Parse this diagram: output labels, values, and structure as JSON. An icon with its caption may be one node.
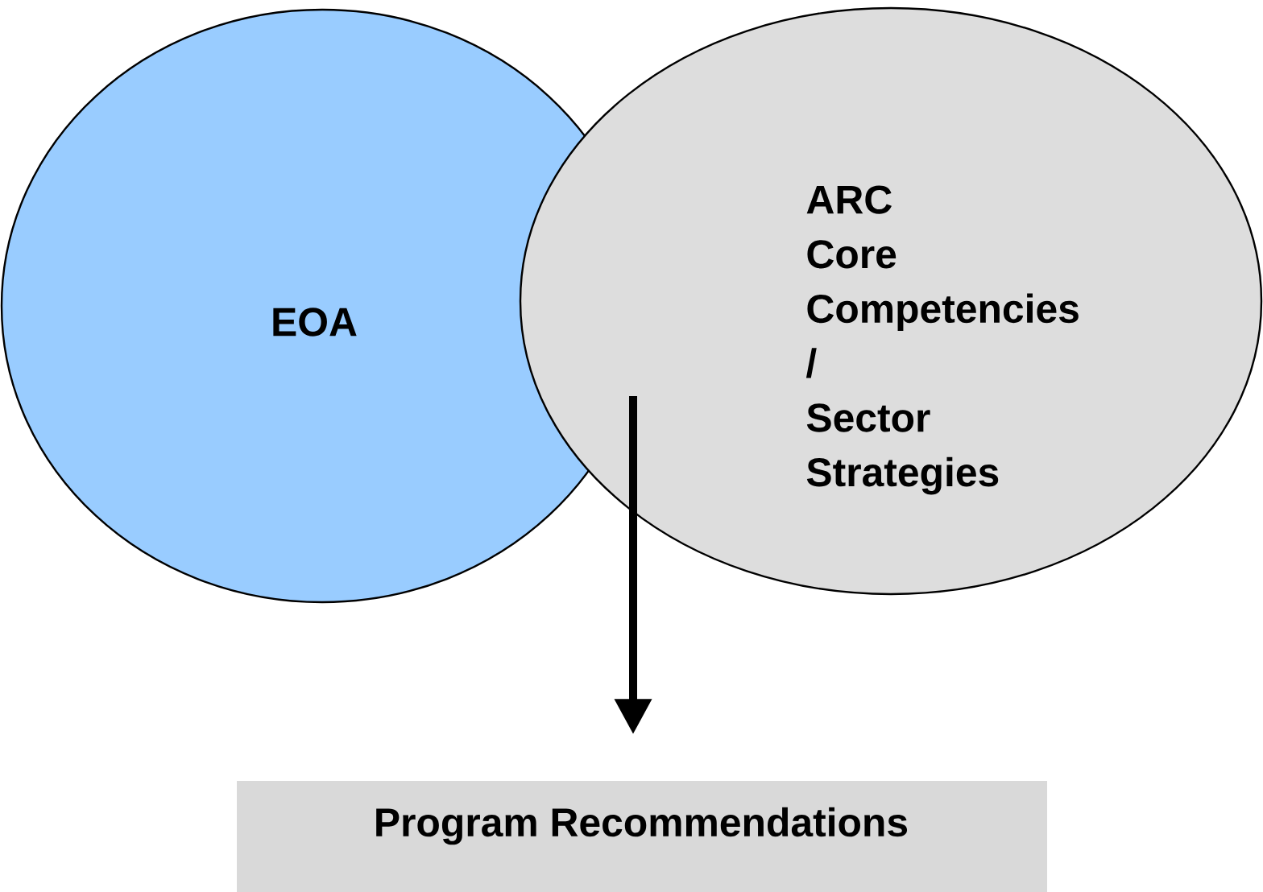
{
  "diagram": {
    "nodes": [
      {
        "text": [
          "EOA"
        ]
      },
      {
        "text": [
          "ARC Core Competencies / Sector Strategies"
        ]
      },
      {
        "text": [
          "Program Recommendations"
        ]
      }
    ],
    "edges": [
      {
        "from": 1,
        "to": 2,
        "arrow": "to"
      }
    ]
  }
}
